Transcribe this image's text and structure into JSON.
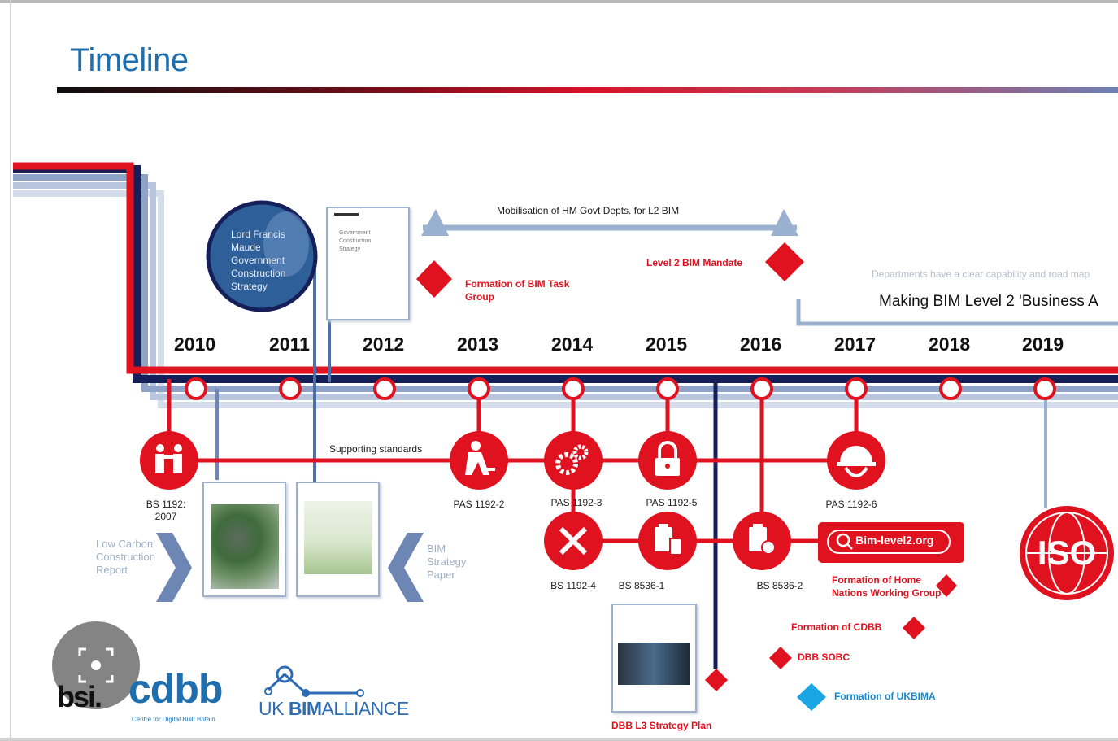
{
  "title": "Timeline",
  "years": [
    "2010",
    "2011",
    "2012",
    "2013",
    "2014",
    "2015",
    "2016",
    "2017",
    "2018",
    "2019"
  ],
  "mobilisation_label": "Mobilisation of HM Govt Depts. for L2 BIM",
  "departments_text": "Departments have a clear capability and road map",
  "business_as_usual": "Making BIM Level 2 'Business A",
  "supporting_standards": "Supporting standards",
  "circle_text": "Lord Francis Maude Government Construction Strategy",
  "doc_2011_text": "Government Construction Strategy",
  "events": {
    "bim_task_group": "Formation of BIM Task Group",
    "level2_mandate": "Level 2 BIM Mandate",
    "home_nations": "Formation of Home Nations Working Group",
    "cdbb": "Formation of CDBB",
    "dbb_sobc": "DBB SOBC",
    "ukbima": "Formation of UKBIMA",
    "dbb_l3": "DBB L3 Strategy Plan"
  },
  "standards": {
    "bs1192": "BS 1192: 2007",
    "pas1192_2": "PAS 1192-2",
    "pas1192_3": "PAS 1192-3",
    "pas1192_5": "PAS 1192-5",
    "pas1192_6": "PAS 1192-6",
    "bs1192_4": "BS 1192-4",
    "bs8536_1": "BS 8536-1",
    "bs8536_2": "BS 8536-2"
  },
  "reports": {
    "low_carbon": "Low Carbon Construction Report",
    "bim_strategy": "BIM Strategy Paper"
  },
  "bim_level2_url": "Bim-level2.org",
  "iso_label": "ISO",
  "logos": {
    "bsi": "bsi.",
    "cdbb": "cdbb",
    "cdbb_sub": "Centre for Digital Built Britain",
    "ukbim_a": "UK ",
    "ukbim_b": "BIM",
    "ukbim_c": "ALLIANCE"
  },
  "colors": {
    "red": "#e1121f",
    "navy": "#15205a",
    "title_blue": "#1f6fae",
    "light_blue": "#6d86b3",
    "diamond_cyan": "#1aa6e4"
  }
}
